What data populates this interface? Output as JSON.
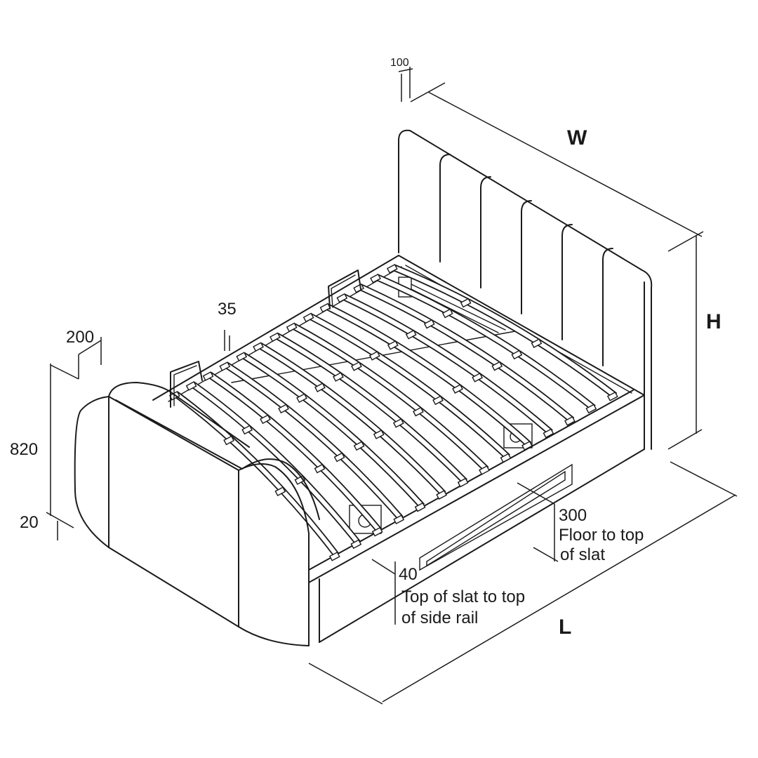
{
  "dimensions": {
    "width_label": "W",
    "height_label": "H",
    "length_label": "L",
    "headboard_thickness": "100",
    "footboard_depth": "200",
    "slat_gap": "35",
    "footboard_height": "820",
    "leg_height": "20",
    "floor_to_slat_value": "300",
    "floor_to_slat_line1": "Floor to top",
    "floor_to_slat_line2": "of slat",
    "slat_to_rail_value": "40",
    "slat_to_rail_line1": "Top of slat to top",
    "slat_to_rail_line2": "of side rail"
  },
  "colors": {
    "line": "#1a1a1a",
    "background": "#ffffff"
  }
}
